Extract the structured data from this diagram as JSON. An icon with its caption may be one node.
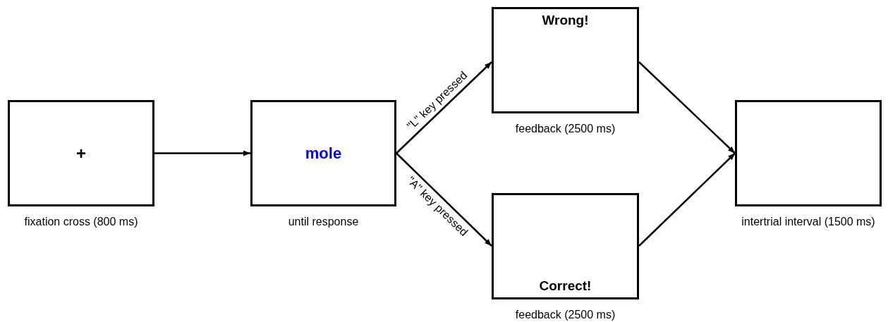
{
  "diagram": {
    "nodes": [
      {
        "text": [
          "+"
        ],
        "beside": [
          "fixation cross (800 ms)"
        ]
      },
      {
        "text": [
          "mole"
        ],
        "beside": [
          "until response"
        ]
      },
      {
        "text": [
          "Wrong!"
        ],
        "beside": [
          "feedback (2500 ms)"
        ]
      },
      {
        "text": [
          "Correct!"
        ],
        "beside": [
          "feedback (2500 ms)"
        ]
      },
      {
        "text": [],
        "shape": "box",
        "beside": [
          "intertrial interval (1500 ms)"
        ]
      }
    ],
    "edges": [
      {
        "from": 0,
        "to": 1,
        "arrow": "to"
      },
      {
        "from": 1,
        "to": 2,
        "arrow": "to",
        "label": "\"L\" key pressed"
      },
      {
        "from": 1,
        "to": 3,
        "arrow": "to",
        "label": "\"A\" key pressed"
      },
      {
        "from": 2,
        "to": 4,
        "arrow": "to"
      },
      {
        "from": 3,
        "to": 4,
        "arrow": "to"
      }
    ]
  }
}
